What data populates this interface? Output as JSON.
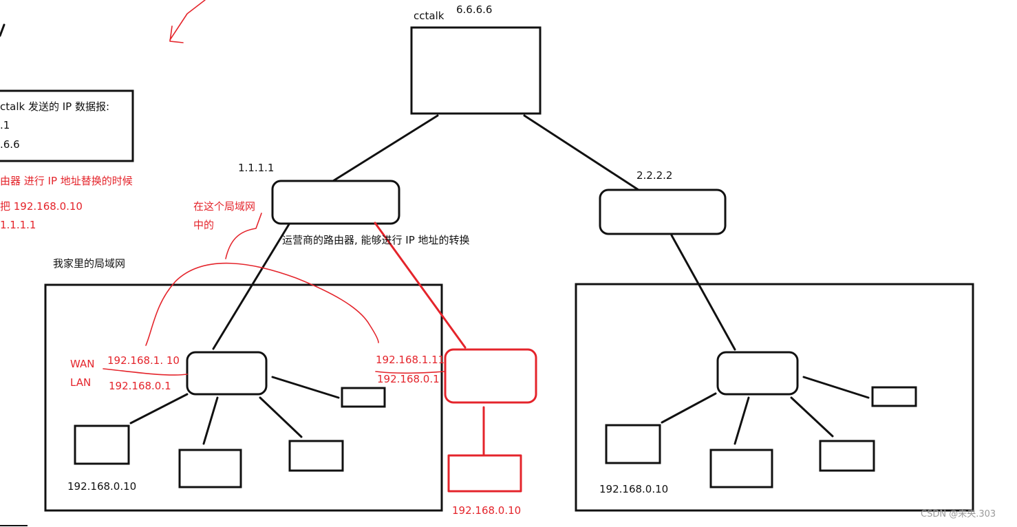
{
  "colors": {
    "ink": "#111111",
    "annotation": "#e4242b",
    "watermark": "#9a9a9a"
  },
  "top_server": {
    "name": "cctalk",
    "ip": "6.6.6.6"
  },
  "left_isp_router": {
    "ip": "1.1.1.1",
    "caption": "运营商的路由器, 能够进行 IP 地址的转换"
  },
  "right_isp_router": {
    "ip": "2.2.2.2"
  },
  "note_box": {
    "line1": "ctalk 发送的 IP 数据报:",
    "line2": ".1",
    "line3": ".6.6"
  },
  "red_notes": {
    "line1": "由器 进行 IP 地址替换的时候",
    "line2": "把 192.168.0.10",
    "line3": " 1.1.1.1",
    "lan_note_line1": "在这个局域网",
    "lan_note_line2": "中的"
  },
  "home_lan": {
    "title": "我家里的局域网",
    "wan_label": "WAN",
    "lan_label": "LAN",
    "wan_ip": "192.168.1. 10",
    "lan_ip": "192.168.0.1",
    "host_ip": "192.168.0.10"
  },
  "red_router": {
    "wan_ip": "192.168.1.11",
    "lan_ip": "192.168.0.1",
    "host_ip": "192.168.0.10"
  },
  "right_lan": {
    "host_ip": "192.168.0.10"
  },
  "watermark": "CSDN @未央.303"
}
